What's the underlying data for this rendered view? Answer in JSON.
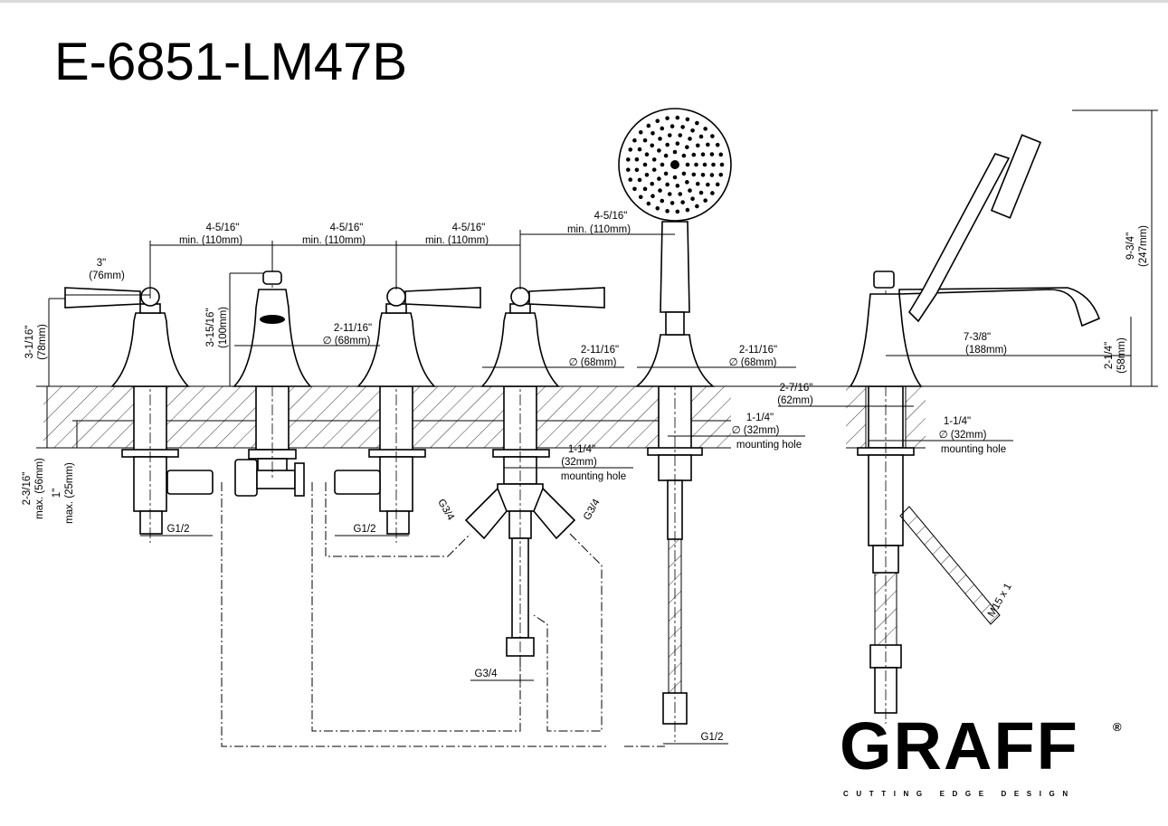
{
  "title": "E-6851-LM47B",
  "dimensions": {
    "lever_reach": {
      "in": "3\"",
      "mm": "(76mm)"
    },
    "spacing_1": {
      "in": "4-5/16\"",
      "mm": "min. (110mm)"
    },
    "spacing_2": {
      "in": "4-5/16\"",
      "mm": "min. (110mm)"
    },
    "spacing_3": {
      "in": "4-5/16\"",
      "mm": "min. (110mm)"
    },
    "spacing_4": {
      "in": "4-5/16\"",
      "mm": "min. (110mm)"
    },
    "handle_height": {
      "in": "3-1/16\"",
      "mm": "(78mm)"
    },
    "spout_front_height": {
      "in": "3-15/16\"",
      "mm": "(100mm)"
    },
    "base_dia_1": {
      "in": "2-11/16\"",
      "mm": "∅ (68mm)"
    },
    "base_dia_2": {
      "in": "2-11/16\"",
      "mm": "∅ (68mm)"
    },
    "base_dia_3": {
      "in": "2-11/16\"",
      "mm": "∅ (68mm)"
    },
    "hole_front_1": {
      "in": "1-1/4\"",
      "mm": "∅ (32mm)",
      "note": "mounting hole"
    },
    "hole_front_2": {
      "in": "1-1/4\"",
      "mm": "(32mm)",
      "note": "mounting hole"
    },
    "deck_max": {
      "in": "2-3/16\"",
      "mm": "max. (56mm)"
    },
    "deck_max_thin": {
      "in": "1\"",
      "mm": "max. (25mm)"
    },
    "thread_g12_a": "G1/2",
    "thread_g12_b": "G1/2",
    "thread_g34_left": "G3/4",
    "thread_g34_right": "G3/4",
    "thread_g34_bottom": "G3/4",
    "thread_g12_hose": "G1/2",
    "spout_reach": {
      "in": "7-3/8\"",
      "mm": "(188mm)"
    },
    "spout_outlet_height": {
      "in": "2-1/4\"",
      "mm": "(58mm)"
    },
    "overall_height": {
      "in": "9-3/4\"",
      "mm": "(247mm)"
    },
    "side_base": {
      "in": "2-7/16\"",
      "mm": "(62mm)"
    },
    "hole_side": {
      "in": "1-1/4\"",
      "mm": "∅ (32mm)",
      "note": "mounting hole"
    },
    "hose_thread": "M15 x 1"
  },
  "logo": {
    "brand": "GRAFF",
    "registered": "®",
    "tagline": "CUTTING EDGE DESIGN"
  }
}
